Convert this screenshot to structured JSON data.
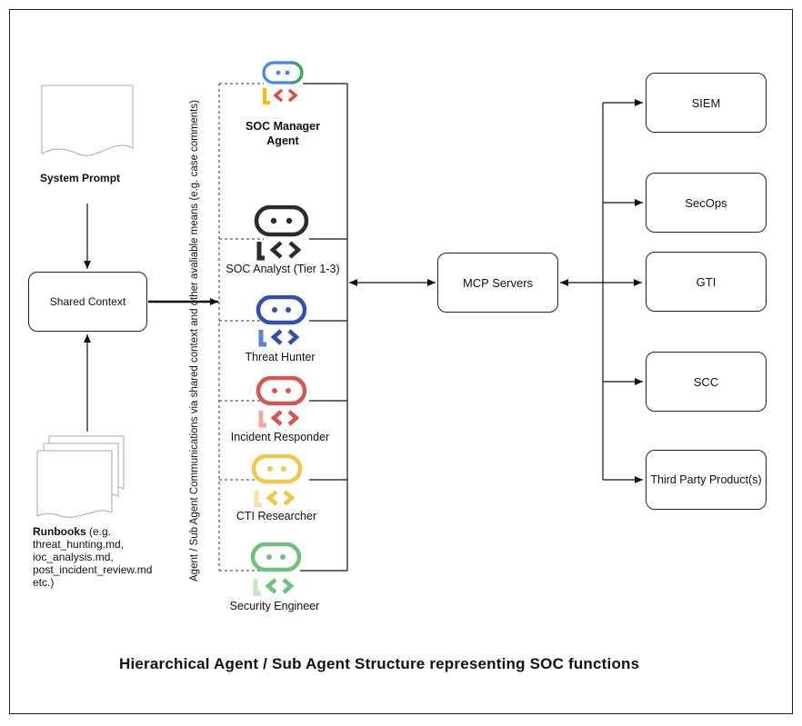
{
  "left": {
    "system_prompt": "System Prompt",
    "shared_context": "Shared Context",
    "runbooks": {
      "bold": "Runbooks",
      "lines": [
        " (e.g.",
        "threat_hunting.md,",
        "ioc_analysis.md,",
        "post_incident_review.md",
        "etc.)"
      ]
    }
  },
  "comms_label": "Agent / Sub Agent Communications via shared context and other avaliable means (e.g. case comments)",
  "agents": [
    {
      "label_line1": "SOC Manager",
      "label_line2": "Agent",
      "color": "#4285f4",
      "icon": "robot-gemini-icon"
    },
    {
      "label_line1": "SOC Analyst  (Tier 1-3)",
      "color": "#2b2b2b",
      "icon": "robot-analyst-icon"
    },
    {
      "label_line1": "Threat Hunter",
      "color": "#2f4fb2",
      "icon": "robot-hunter-icon"
    },
    {
      "label_line1": "Incident Responder",
      "color": "#d9534f",
      "icon": "robot-responder-icon"
    },
    {
      "label_line1": "CTI Researcher",
      "color": "#efc84a",
      "icon": "robot-cti-icon"
    },
    {
      "label_line1": "Security Engineer",
      "color": "#6cc27a",
      "icon": "robot-engineer-icon"
    }
  ],
  "mcp": "MCP Servers",
  "services": [
    "SIEM",
    "SecOps",
    "GTI",
    "SCC",
    "Third Party Product(s)"
  ],
  "caption": "Hierarchical Agent / Sub Agent Structure representing SOC functions"
}
